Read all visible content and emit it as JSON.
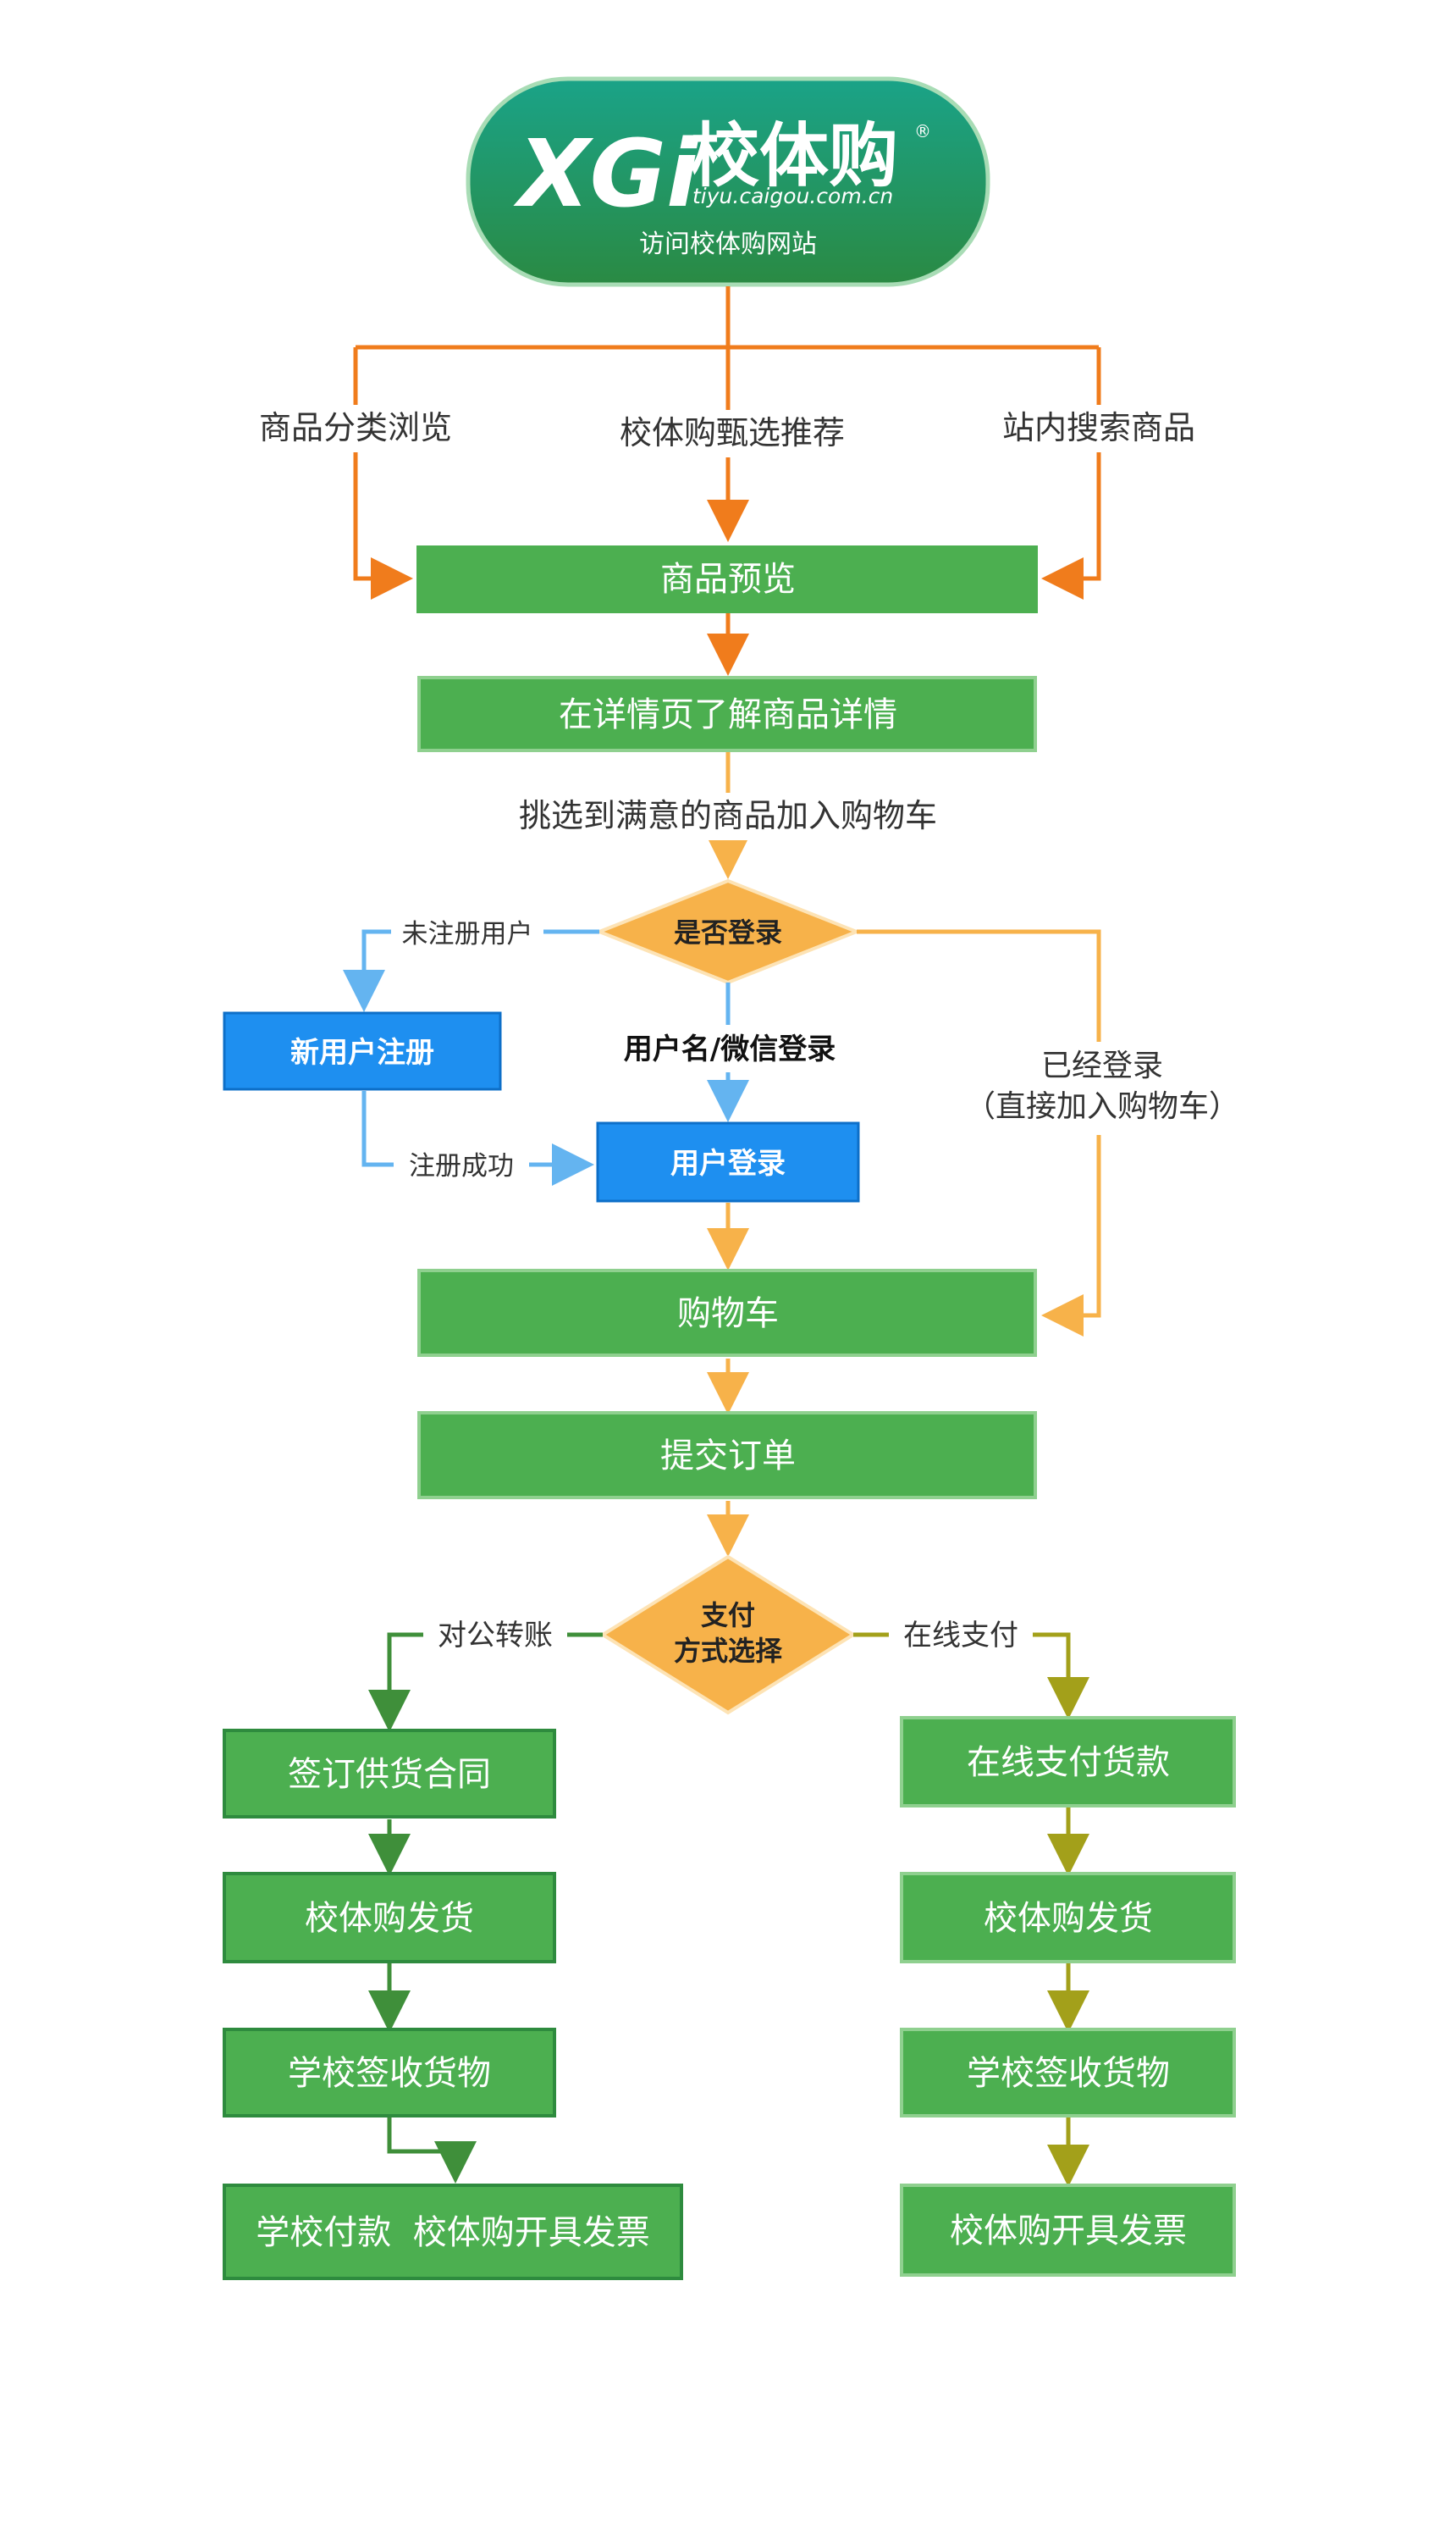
{
  "header": {
    "logo_mark": "XGi",
    "brand_name": "校体购",
    "registered_mark": "®",
    "domain": "tiyu.caigou.com.cn",
    "subtitle": "访问校体购网站"
  },
  "entry_paths": {
    "left": "商品分类浏览",
    "center": "校体购甄选推荐",
    "right": "站内搜索商品"
  },
  "steps": {
    "preview": "商品预览",
    "detail": "在详情页了解商品详情",
    "add_to_cart_label": "挑选到满意的商品加入购物车",
    "login_decision": "是否登录",
    "unregistered_label": "未注册用户",
    "new_user_register": "新用户注册",
    "login_method_label": "用户名/微信登录",
    "user_login": "用户登录",
    "register_success_label": "注册成功",
    "logged_in_label_line1": "已经登录",
    "logged_in_label_line2": "（直接加入购物车）",
    "cart": "购物车",
    "submit_order": "提交订单",
    "payment_decision_line1": "支付",
    "payment_decision_line2": "方式选择"
  },
  "branch_left": {
    "label": "对公转账",
    "steps": [
      "签订供货合同",
      "校体购发货",
      "学校签收货物",
      "学校付款  校体购开具发票"
    ]
  },
  "branch_right": {
    "label": "在线支付",
    "steps": [
      "在线支付货款",
      "校体购发货",
      "学校签收货物",
      "校体购开具发票"
    ]
  },
  "colors": {
    "green_box": "#4caf50",
    "green_border": "#8fd08f",
    "dark_green_border": "#2e8b3e",
    "orange_line": "#f07c1c",
    "light_orange_line": "#f7b24a",
    "diamond_orange": "#f7b24a",
    "blue_box": "#1e8ff0",
    "blue_line": "#64b4f0",
    "dark_green_line": "#3f8f3a",
    "olive_line": "#a3a01a",
    "header_top": "#1a8a73",
    "header_bottom": "#2d8f4a"
  }
}
